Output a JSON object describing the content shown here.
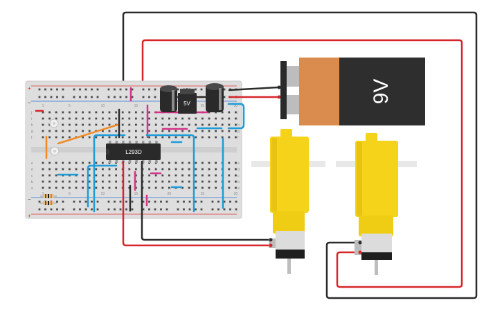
{
  "breadboard": {
    "plus_mark": "+",
    "minus_mark": "−",
    "row_letters_top": [
      "j",
      "i",
      "h",
      "g",
      "f"
    ],
    "row_letters_bottom": [
      "e",
      "d",
      "c",
      "b",
      "a"
    ],
    "column_labels": [
      "1",
      "5",
      "10",
      "15",
      "20",
      "25",
      "30"
    ]
  },
  "components": {
    "driver_ic": {
      "label": "L293D"
    },
    "regulator": {
      "label": "5V"
    },
    "battery": {
      "label": "9V"
    }
  },
  "colors": {
    "red_wire": "#d7262a",
    "black_wire": "#2b2b2b",
    "blue_wire": "#1f9bd7",
    "pink_wire": "#d7318a",
    "orange_wire": "#f08a24",
    "motor_yellow": "#f5d31a",
    "battery_copper": "#d98c4d"
  }
}
